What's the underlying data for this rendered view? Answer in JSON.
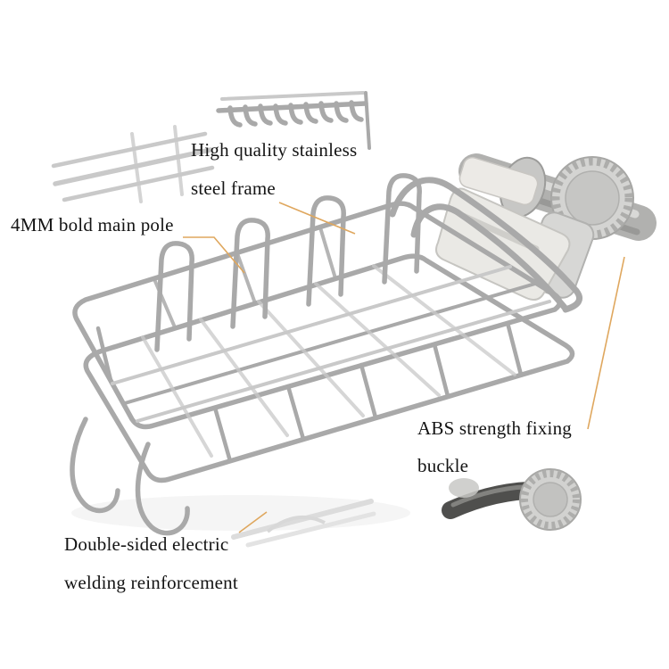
{
  "annotations": {
    "stainless_frame": {
      "line1": "High quality stainless",
      "line2": "steel frame"
    },
    "main_pole": {
      "label": "4MM bold main pole"
    },
    "abs_buckle": {
      "line1": "ABS strength fixing",
      "line2": "buckle"
    },
    "welding": {
      "line1": "Double-sided electric",
      "line2": "welding reinforcement"
    }
  },
  "colors": {
    "callout_line": "#dfa75e",
    "text": "#141414",
    "steel_wire": "#a9a9a9",
    "steel_wire_dark": "#868686",
    "steel_wire_light": "#c9c9c9",
    "abs_plastic": "#e8e8e4",
    "abs_plastic_dark": "#c7c7c5",
    "pipe_gray": "#b1b1af",
    "pipe_dark": "#4f4f4d",
    "background": "#ffffff"
  }
}
